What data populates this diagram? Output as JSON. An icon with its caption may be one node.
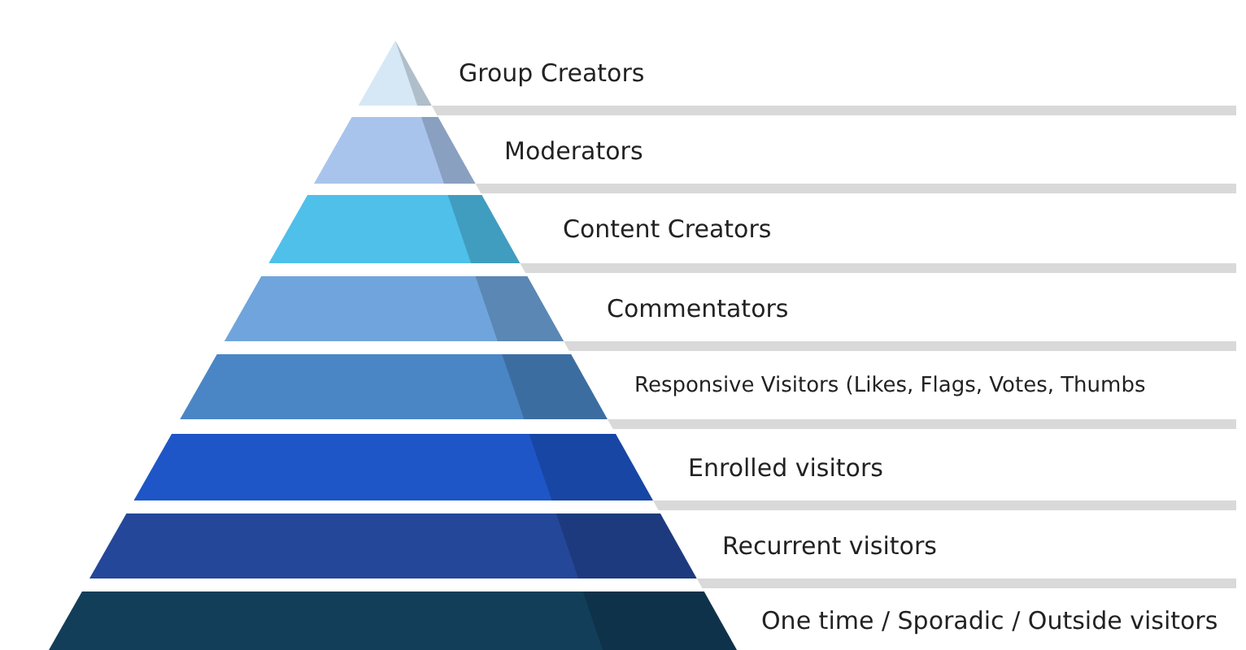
{
  "diagram": {
    "nodes": [
      {
        "text": [
          "Group Creators"
        ]
      },
      {
        "text": [
          "Moderators"
        ]
      },
      {
        "text": [
          "Content Creators"
        ]
      },
      {
        "text": [
          "Commentators"
        ]
      },
      {
        "text": [
          "Responsive Visitors (Likes, Flags, Votes, Thumbs"
        ]
      },
      {
        "text": [
          "Enrolled visitors"
        ]
      },
      {
        "text": [
          "Recurrent visitors"
        ]
      },
      {
        "text": [
          "One time / Sporadic / Outside visitors"
        ]
      }
    ]
  }
}
